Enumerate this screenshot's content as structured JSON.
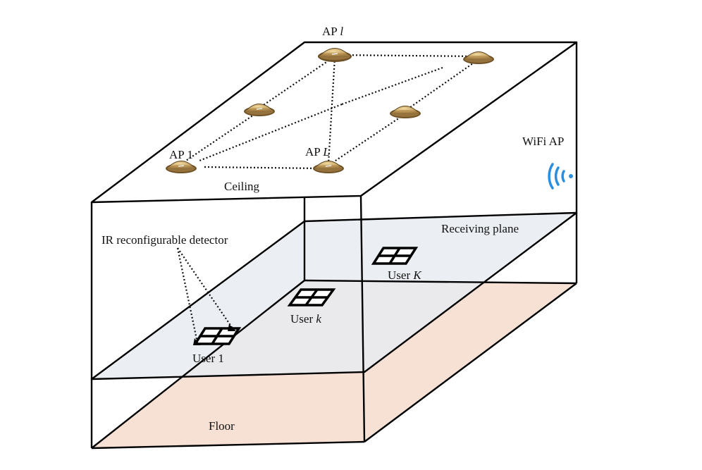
{
  "labels": {
    "ap_l_prefix": "AP ",
    "ap_l_suffix": "l",
    "ap_1": "AP 1",
    "ap_L_prefix": "AP ",
    "ap_L_suffix": "L",
    "ceiling": "Ceiling",
    "wifi_ap": "WiFi AP",
    "receiving_plane": "Receiving plane",
    "detector": "IR reconfigurable detector",
    "user_K_prefix": "User ",
    "user_K_suffix": "K",
    "user_k_prefix": "User ",
    "user_k_suffix": "k",
    "user_1": "User 1",
    "floor": "Floor"
  },
  "colors": {
    "floor": "#f7e1d4",
    "receiving_plane": "#eceef3",
    "wifi": "#2a8fe0",
    "ap_dome": "#c8a565",
    "ap_dome_dark": "#8a6a33",
    "edge": "#000000"
  },
  "icons": {
    "access_point": "ap-dome-icon",
    "wifi": "wifi-icon",
    "detector": "detector-grid-icon"
  }
}
